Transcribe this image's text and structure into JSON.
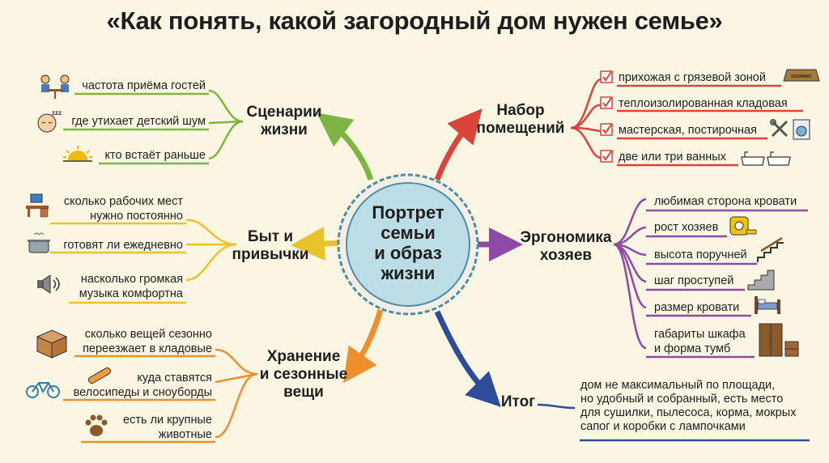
{
  "title": "«Как понять, какой загородный дом нужен семье»",
  "center": {
    "l1": "Портрет",
    "l2": "семьи",
    "l3": "и образ",
    "l4": "жизни"
  },
  "branches": {
    "scenarios": {
      "l1": "Сценарии",
      "l2": "жизни",
      "color": "#7cb544",
      "items": [
        "частота приёма гостей",
        "где утихает детский шум",
        "кто встаёт раньше"
      ]
    },
    "habits": {
      "l1": "Быт и",
      "l2": "привычки",
      "color": "#e8c32a",
      "items": [
        {
          "a": "сколько рабочих мест",
          "b": "нужно постоянно"
        },
        {
          "a": "готовят ли ежедневно"
        },
        {
          "a": "насколько громкая",
          "b": "музыка комфортна"
        }
      ]
    },
    "storage": {
      "l1": "Хранение",
      "l2": "и сезонные",
      "l3": "вещи",
      "color": "#ef8f2c",
      "items": [
        {
          "a": "сколько вещей сезонно",
          "b": "переезжает в кладовые"
        },
        {
          "a": "куда ставятся",
          "b": "велосипеды и сноуборды"
        },
        {
          "a": "есть ли крупные",
          "b": "животные"
        }
      ]
    },
    "rooms": {
      "l1": "Набор",
      "l2": "помещений",
      "color": "#d9453a",
      "items": [
        "прихожая с грязевой зоной",
        "теплоизолированная кладовая",
        "мастерская, постирочная",
        "две или три ванных"
      ],
      "doormat": "DOORMAT"
    },
    "ergonomics": {
      "l1": "Эргономика",
      "l2": "хозяев",
      "color": "#8e4aa6",
      "items": [
        {
          "a": "любимая сторона кровати"
        },
        {
          "a": "рост хозяев"
        },
        {
          "a": "высота поручней"
        },
        {
          "a": "шаг проступей"
        },
        {
          "a": "размер кровати"
        },
        {
          "a": "габариты шкафа",
          "b": "и форма тумб"
        }
      ]
    },
    "result": {
      "l1": "Итог",
      "color": "#2e4c9c",
      "text": [
        "дом не максимальный по площади,",
        "но удобный и собранный, есть место",
        "для сушилки, пылесоса, корма, мокрых",
        "сапог и коробки с лампочками"
      ]
    }
  },
  "colors": {
    "background": "#fbf6e4",
    "center_fill": "#bcdde6",
    "center_border": "#4d8ea8"
  }
}
